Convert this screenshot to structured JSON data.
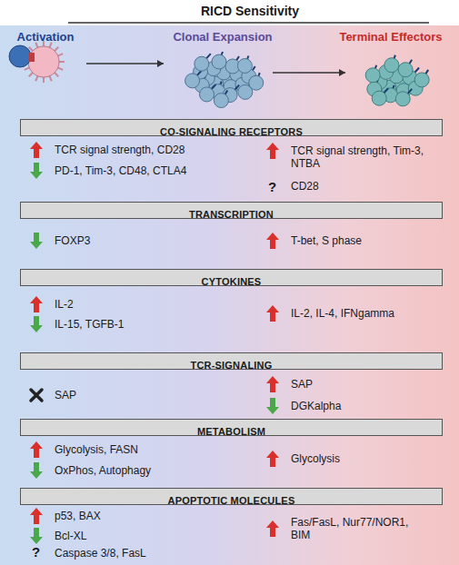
{
  "diagram": {
    "title": "RICD Sensitivity",
    "nodes": [
      {
        "text": [
          "CO-SIGNALING RECEPTORS"
        ]
      },
      {
        "text": [
          "TRANSCRIPTION"
        ]
      },
      {
        "text": [
          "CYTOKINES"
        ]
      },
      {
        "text": [
          "TCR-SIGNALING"
        ]
      },
      {
        "text": [
          "METABOLISM"
        ]
      },
      {
        "text": [
          "APOPTOTIC MOLECULES"
        ]
      }
    ],
    "labels": [
      "Activation",
      "Clonal Expansion",
      "Terminal Effectors",
      "TCR signal strength, CD28",
      "PD-1, Tim-3, CD48, CTLA4",
      "TCR signal strength, Tim-3, NTBA",
      "?",
      "CD28",
      "FOXP3",
      "T-bet, S phase",
      "IL-2",
      "IL-15, TGFB-1",
      "IL-2, IL-4, IFNgamma",
      "SAP",
      "SAP",
      "DGKalpha",
      "Glycolysis, FASN",
      "OxPhos, Autophagy",
      "Glycolysis",
      "p53, BAX",
      "Bcl-XL",
      "?",
      "Caspase 3/8, FasL",
      "Fas/FasL, Nur77/NOR1, BIM"
    ]
  }
}
